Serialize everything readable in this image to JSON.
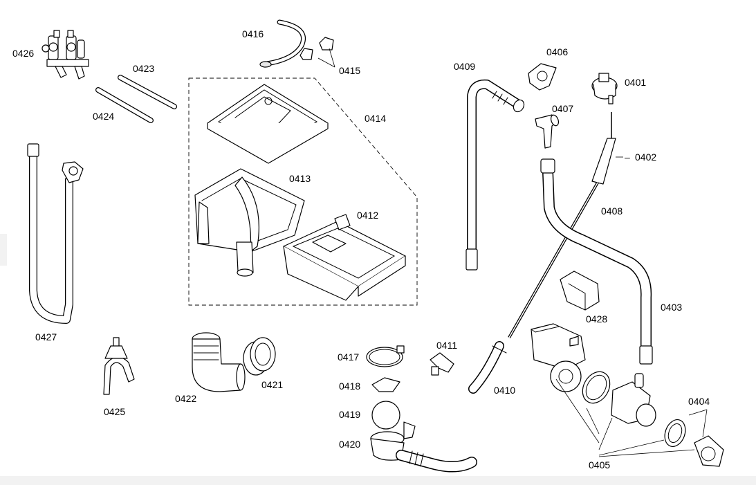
{
  "part_labels": {
    "p0401": "0401",
    "p0402": "0402",
    "p0403": "0403",
    "p0404": "0404",
    "p0405": "0405",
    "p0406": "0406",
    "p0407": "0407",
    "p0408": "0408",
    "p0409": "0409",
    "p0410": "0410",
    "p0411": "0411",
    "p0412": "0412",
    "p0413": "0413",
    "p0414": "0414",
    "p0415": "0415",
    "p0416": "0416",
    "p0417": "0417",
    "p0418": "0418",
    "p0419": "0419",
    "p0420": "0420",
    "p0421": "0421",
    "p0422": "0422",
    "p0423": "0423",
    "p0424": "0424",
    "p0425": "0425",
    "p0426": "0426",
    "p0427": "0427",
    "p0428": "0428"
  },
  "label_0402_prefix": "–"
}
